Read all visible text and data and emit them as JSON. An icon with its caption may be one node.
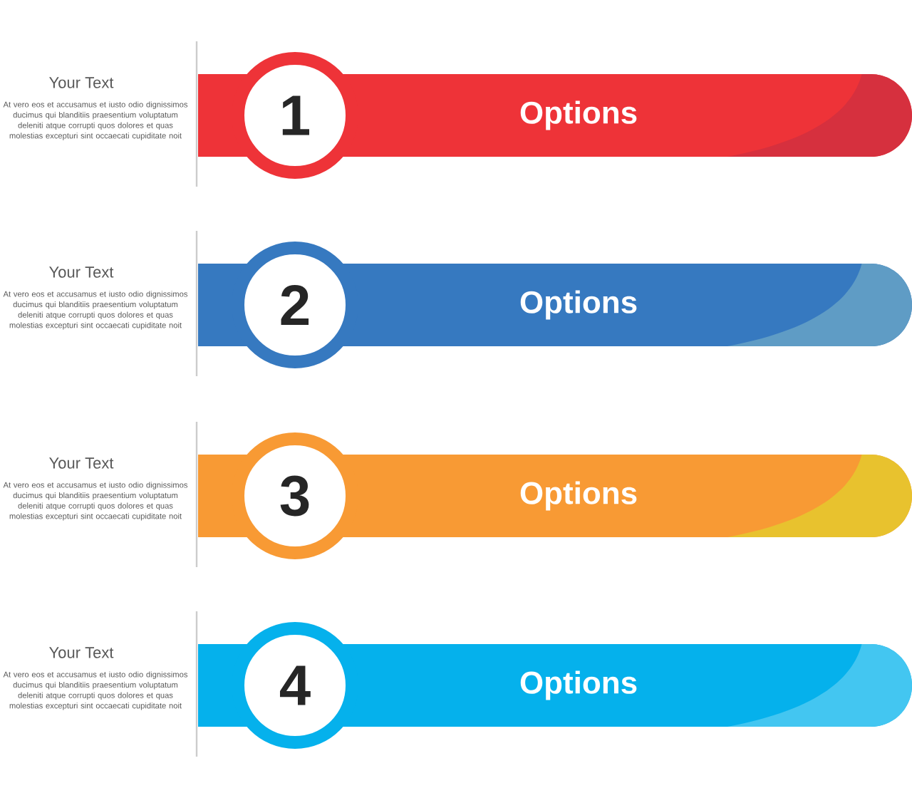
{
  "diagram": {
    "nodes": [
      {
        "text": [
          "Options"
        ]
      },
      {
        "text": [
          "1"
        ]
      },
      {
        "text": [
          "Options"
        ]
      },
      {
        "text": [
          "2"
        ]
      },
      {
        "text": [
          "Options"
        ]
      },
      {
        "text": [
          "3"
        ]
      },
      {
        "text": [
          "Options"
        ]
      },
      {
        "text": [
          "4"
        ]
      }
    ],
    "labels": [
      "Your Text",
      "At vero eos et accusamus et iusto odio dignissimos ducimus qui blanditiis praesentium voluptatum deleniti atque corrupti quos dolores et quas molestias excepturi sint occaecati cupiditate noit",
      "Your Text",
      "At vero eos et accusamus et iusto odio dignissimos ducimus qui blanditiis praesentium voluptatum deleniti atque corrupti quos dolores et quas molestias excepturi sint occaecati cupiditate noit",
      "Your Text",
      "At vero eos et accusamus et iusto odio dignissimos ducimus qui blanditiis praesentium voluptatum deleniti atque corrupti quos dolores et quas molestias excepturi sint occaecati cupiditate noit",
      "Your Text",
      "At vero eos et accusamus et iusto odio dignissimos ducimus qui blanditiis praesentium voluptatum deleniti atque corrupti quos dolores et quas molestias excepturi sint occaecati cupiditate noit"
    ]
  }
}
